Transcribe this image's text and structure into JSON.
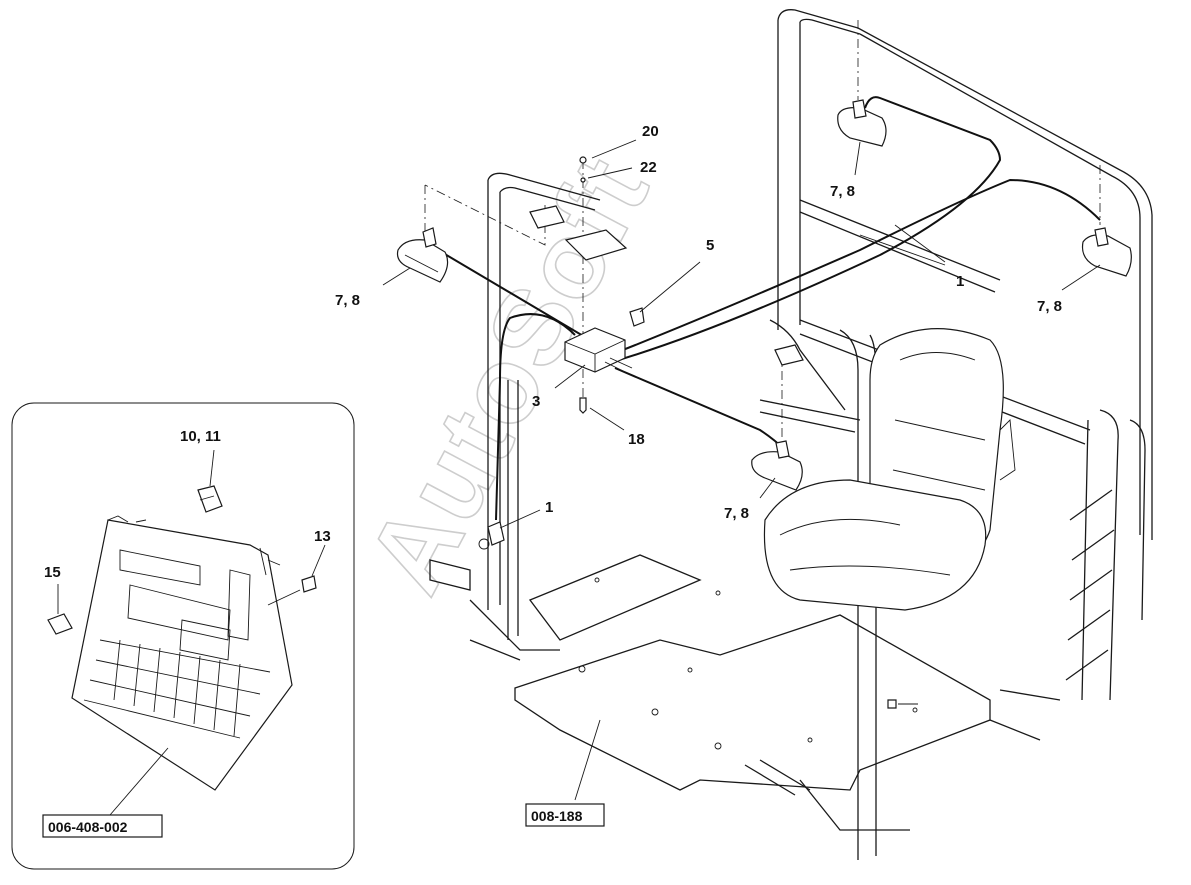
{
  "watermark": "AutoSoft",
  "callouts": {
    "c20": "20",
    "c22": "22",
    "c5": "5",
    "c3": "3",
    "c18": "18",
    "c1_harness": "1",
    "c1_connector": "1",
    "c78_left": "7, 8",
    "c78_top": "7, 8",
    "c78_right": "7, 8",
    "c78_lower": "7, 8",
    "c1011": "10, 11",
    "c13": "13",
    "c15": "15"
  },
  "references": {
    "panel_ref": "006-408-002",
    "floor_ref": "008-188"
  }
}
